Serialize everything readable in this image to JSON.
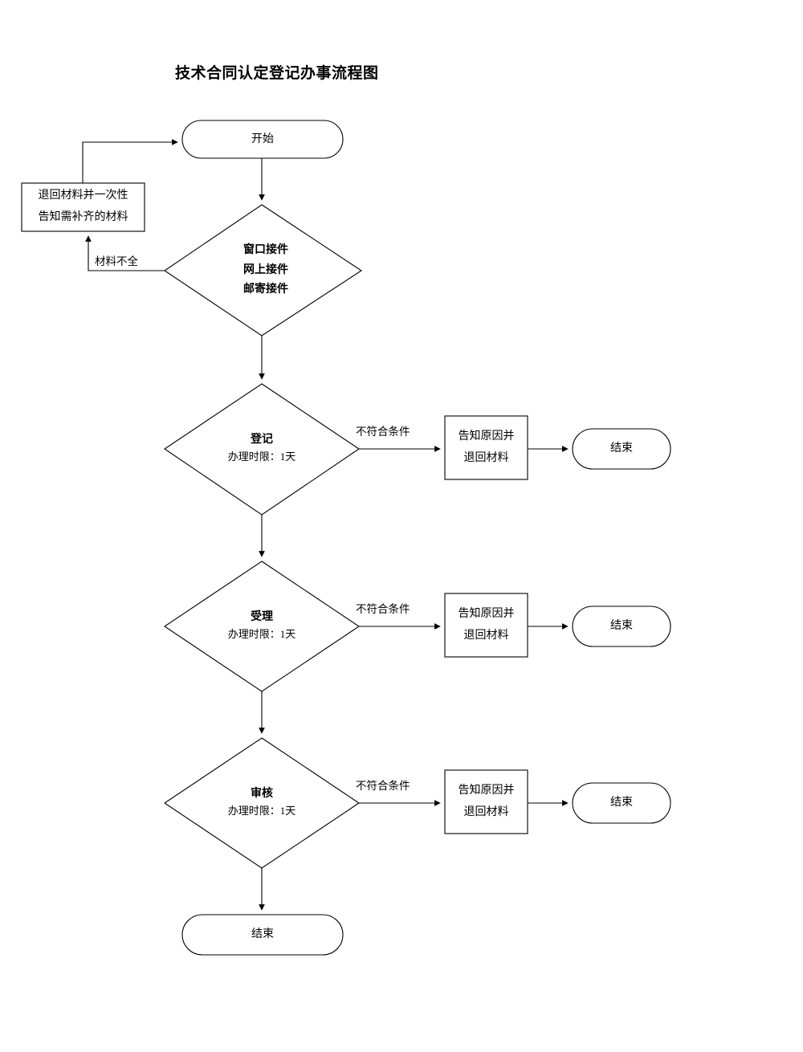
{
  "document": {
    "title": "技术合同认定登记办事流程图",
    "type": "flowchart",
    "orientation": "top-to-bottom",
    "line_color": "#000000",
    "text_color": "#000000",
    "background_color": "#ffffff"
  },
  "nodes": {
    "start": {
      "shape": "terminator",
      "label": "开始"
    },
    "return_materials": {
      "shape": "process",
      "line1": "退回材料并一次性",
      "line2": "告知需补齐的材料"
    },
    "intake": {
      "shape": "decision",
      "line1": "窗口接件",
      "line2": "网上接件",
      "line3": "邮寄接件"
    },
    "registration": {
      "shape": "decision",
      "title": "登记",
      "subtitle": "办理时限：1天"
    },
    "acceptance": {
      "shape": "decision",
      "title": "受理",
      "subtitle": "办理时限：1天"
    },
    "review": {
      "shape": "decision",
      "title": "审核",
      "subtitle": "办理时限：1天"
    },
    "notify_registration": {
      "shape": "process",
      "line1": "告知原因并",
      "line2": "退回材料"
    },
    "notify_acceptance": {
      "shape": "process",
      "line1": "告知原因并",
      "line2": "退回材料"
    },
    "notify_review": {
      "shape": "process",
      "line1": "告知原因并",
      "line2": "退回材料"
    },
    "end_registration": {
      "shape": "terminator",
      "label": "结束"
    },
    "end_acceptance": {
      "shape": "terminator",
      "label": "结束"
    },
    "end_review": {
      "shape": "terminator",
      "label": "结束"
    },
    "end_final": {
      "shape": "terminator",
      "label": "结束"
    }
  },
  "edge_labels": {
    "incomplete_materials": "材料不全",
    "not_qualified_registration": "不符合条件",
    "not_qualified_acceptance": "不符合条件",
    "not_qualified_review": "不符合条件"
  }
}
